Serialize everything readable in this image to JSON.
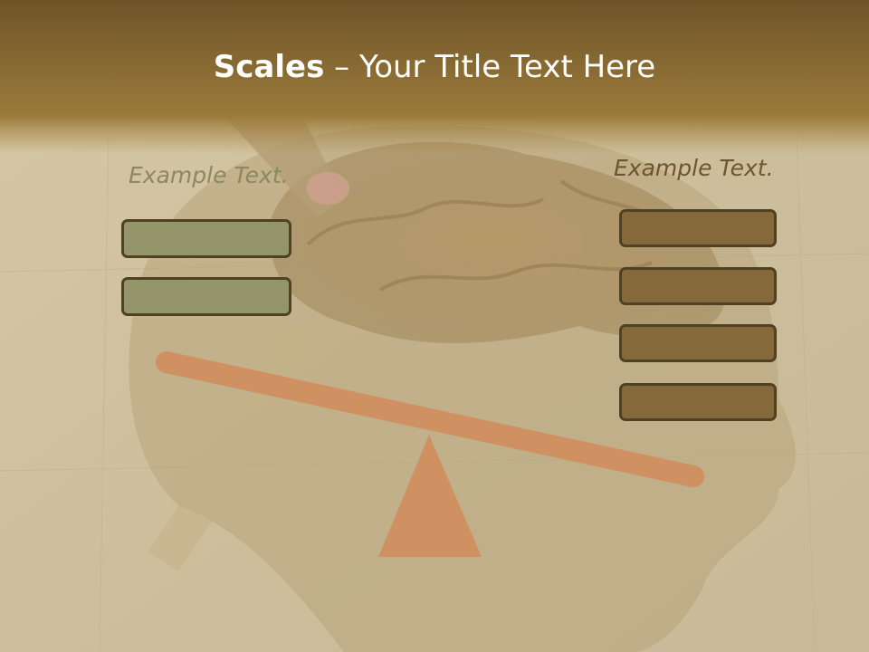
{
  "slide": {
    "title_bold": "Scales",
    "title_rest": " – Your Title Text Here"
  },
  "left_group": {
    "label": "Example Text.",
    "box_count": 2
  },
  "right_group": {
    "label": "Example Text.",
    "box_count": 4
  },
  "colors": {
    "header_top": "#6e5428",
    "header_bottom": "#9b7a3a",
    "background": "#c9bb9a",
    "left_box_fill": "#95956b",
    "right_box_fill": "#86693a",
    "box_border": "#4f4224",
    "scale_fill": "#cf9162"
  }
}
